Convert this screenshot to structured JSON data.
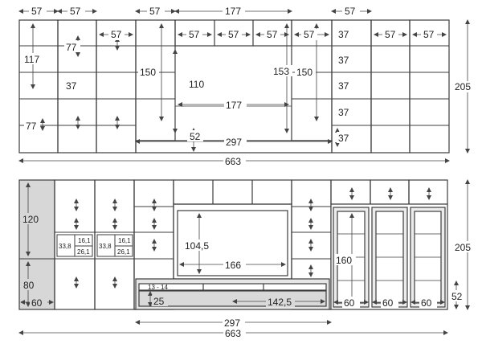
{
  "colors": {
    "line": "#3d3d3d",
    "dim": "#444444",
    "panel": "#d7d7d7",
    "glass": "#ececec"
  },
  "top_view": {
    "labels": {
      "w57_a": "57",
      "w57_b": "57",
      "w57_c": "57",
      "w177_top": "177",
      "w57_d": "57",
      "i57_a": "57",
      "i57_b": "57",
      "i57_c": "57",
      "i57_d": "57",
      "i57_e": "57",
      "i57_f": "57",
      "i57_g": "57",
      "h117": "117",
      "h77_a": "77",
      "h37_a": "37",
      "h77_b": "77",
      "h150_a": "150",
      "h110": "110",
      "h153": "153",
      "h150_b": "150",
      "w177_mid": "177",
      "h52": "52",
      "w297": "297",
      "h37_b": "37",
      "h37_c": "37",
      "h37_d": "37",
      "h37_e": "37",
      "h37_f": "37",
      "height": "205",
      "total": "663"
    }
  },
  "bottom_view": {
    "labels": {
      "h120": "120",
      "h80": "80",
      "w60_a": "60",
      "d338_a": "33,8",
      "d161_a": "16,1",
      "d261_a": "26,1",
      "d338_b": "33,8",
      "d161_b": "16,1",
      "d261_b": "26,1",
      "h1045": "104,5",
      "w166": "166",
      "d1314": "13 - 14",
      "h25": "25",
      "w1425": "142,5",
      "h160": "160",
      "w60_b": "60",
      "w60_c": "60",
      "w60_d": "60",
      "h52": "52",
      "height": "205",
      "w297": "297",
      "total": "663"
    }
  }
}
